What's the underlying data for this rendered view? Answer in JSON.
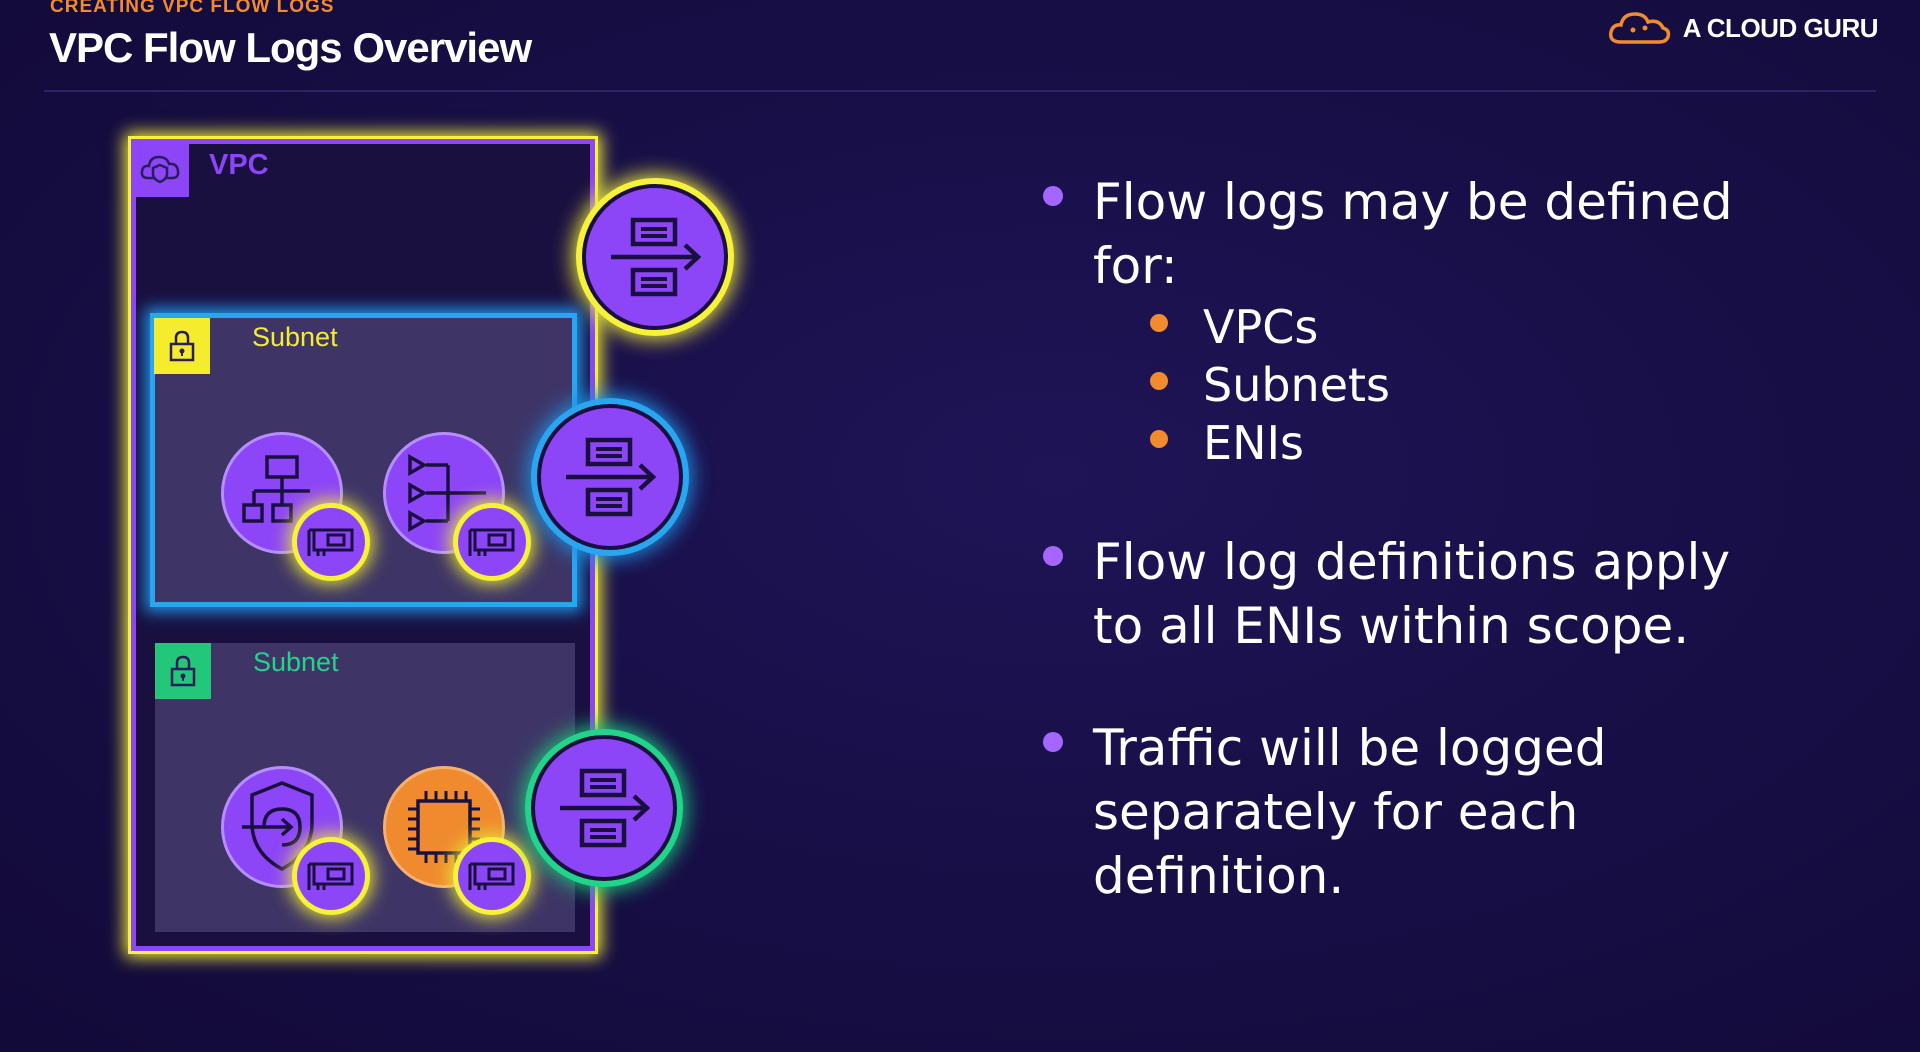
{
  "header": {
    "kicker": "CREATING VPC FLOW LOGS",
    "title": "VPC Flow Logs Overview",
    "brand": "A CLOUD GURU"
  },
  "diagram": {
    "vpc_label": "VPC",
    "subnet_top_label": "Subnet",
    "subnet_bottom_label": "Subnet",
    "colors": {
      "vpc_border": "#8c45f7",
      "highlight_yellow": "#f6f13a",
      "subnet_top_glow": "#2aa6f0",
      "subnet_bottom_glow": "#22d38a",
      "subnet_top_tag": "#f6ec2e",
      "subnet_bottom_tag": "#22c77a",
      "ec2_orange": "#ef8a2e"
    },
    "icons": [
      "vpc-cloud-icon",
      "lock-icon",
      "flow-logs-icon",
      "eni-card-icon",
      "load-balancer-icon",
      "step-functions-icon",
      "endpoint-shield-icon",
      "ec2-chip-icon"
    ]
  },
  "bullets": [
    {
      "text_line1": "Flow logs may be defined",
      "text_line2": "for:",
      "sub": [
        "VPCs",
        "Subnets",
        "ENIs"
      ]
    },
    {
      "text_line1": "Flow log definitions apply",
      "text_line2": "to all ENIs within scope."
    },
    {
      "text_line1": "Traffic will be logged",
      "text_line2": "separately for each",
      "text_line3": "definition."
    }
  ]
}
